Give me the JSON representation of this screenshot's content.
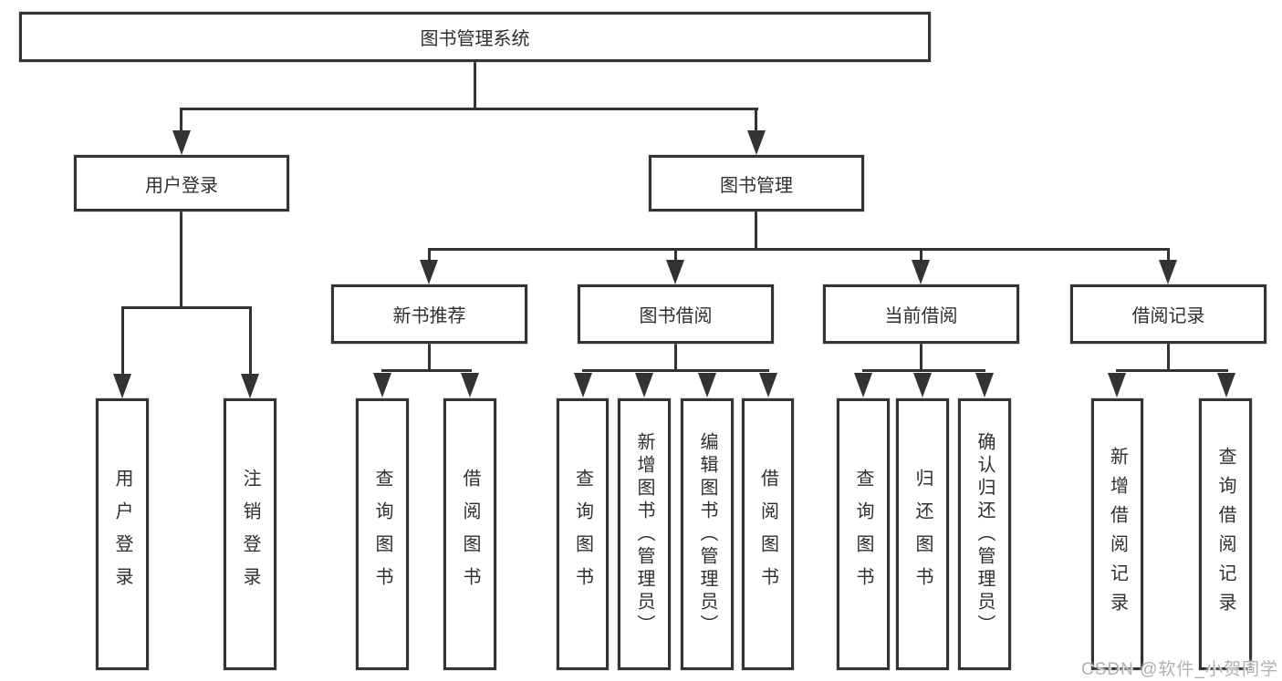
{
  "diagram": {
    "root": {
      "label": "图书管理系统"
    },
    "level2": [
      {
        "label": "用户登录",
        "children": [
          "用户登录",
          "注销登录"
        ]
      },
      {
        "label": "图书管理",
        "sections": [
          {
            "label": "新书推荐",
            "children": [
              "查询图书",
              "借阅图书"
            ]
          },
          {
            "label": "图书借阅",
            "children": [
              "查询图书",
              "新增图书（管理员）",
              "编辑图书（管理员）",
              "借阅图书"
            ]
          },
          {
            "label": "当前借阅",
            "children": [
              "查询图书",
              "归还图书",
              "确认归还（管理员）"
            ]
          },
          {
            "label": "借阅记录",
            "children": [
              "新增借阅记录",
              "查询借阅记录"
            ]
          }
        ]
      }
    ],
    "watermark": "CSDN @软件_小贺同学",
    "colors": {
      "line": "#333333",
      "text": "#2f2f33",
      "watermark": "#b0b0b0",
      "background": "#ffffff"
    }
  }
}
